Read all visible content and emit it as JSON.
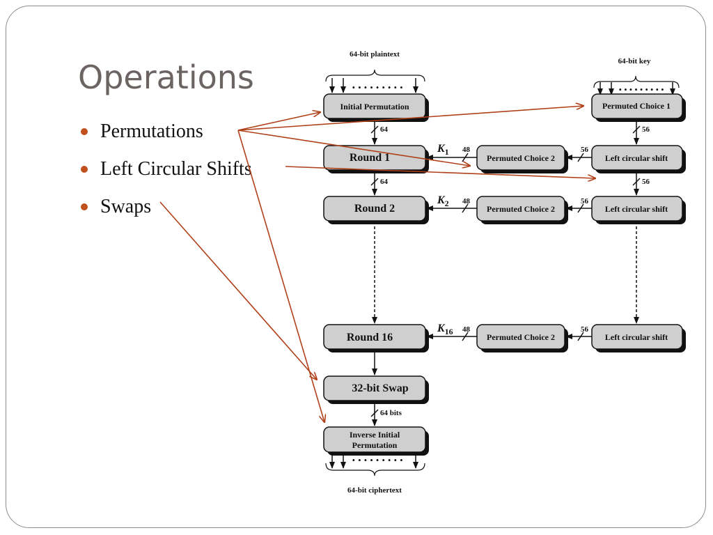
{
  "slide": {
    "title": "Operations",
    "bullets": [
      {
        "label": "Permutations"
      },
      {
        "label": "Left Circular Shifts"
      },
      {
        "label": "Swaps"
      }
    ]
  },
  "diagram": {
    "plaintext_label": "64-bit plaintext",
    "key_label": "64-bit key",
    "ciphertext_label": "64-bit ciphertext",
    "initial_permutation": "Initial Permutation",
    "round1": "Round 1",
    "round2": "Round 2",
    "round16": "Round 16",
    "swap": "32-bit Swap",
    "inverse_line1": "Inverse Initial",
    "inverse_line2": "Permutation",
    "pc1": "Permuted Choice 1",
    "pc2": "Permuted Choice 2",
    "lcs": "Left circular shift",
    "k1": "K",
    "k1_sub": "1",
    "k2": "K",
    "k2_sub": "2",
    "k16": "K",
    "k16_sub": "16",
    "bits64": "64",
    "bits56": "56",
    "bits48": "48",
    "bits64_label": "64 bits"
  },
  "colors": {
    "accent": "#c0501e",
    "arrow": "#b0401a",
    "box_fill": "#cfcfcf",
    "title": "#6b6463"
  }
}
